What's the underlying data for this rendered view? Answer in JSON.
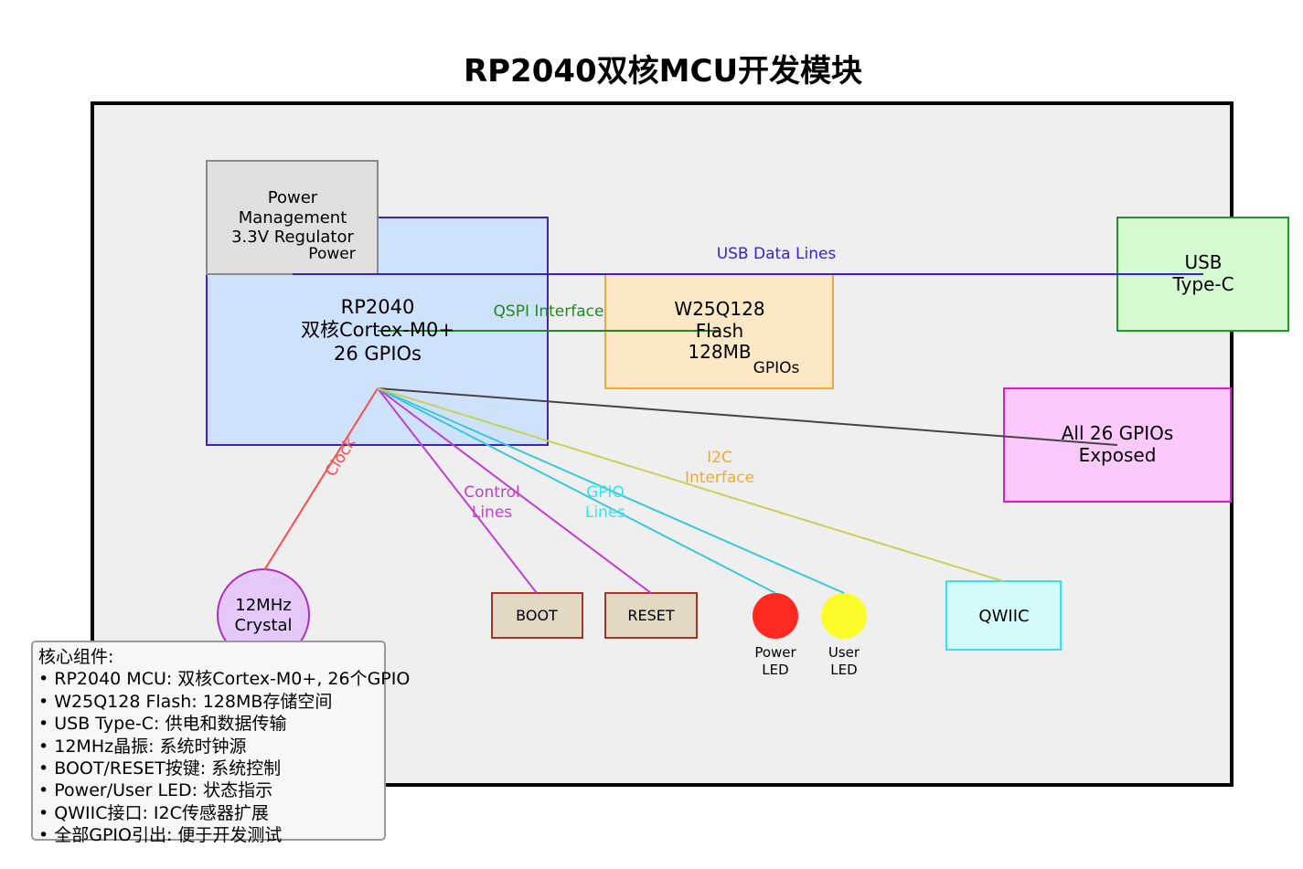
{
  "title": "RP2040双核MCU开发模块",
  "blocks": {
    "power": [
      "Power",
      "Management",
      "3.3V Regulator"
    ],
    "mcu": [
      "RP2040",
      "双核Cortex-M0+",
      "26 GPIOs"
    ],
    "flash": [
      "W25Q128",
      "Flash",
      "128MB"
    ],
    "usb": [
      "USB",
      "Type-C"
    ],
    "gpio_header": [
      "All 26 GPIOs",
      "Exposed"
    ],
    "crystal": [
      "12MHz",
      "Crystal"
    ],
    "boot": "BOOT",
    "reset": "RESET",
    "power_led": [
      "Power",
      "LED"
    ],
    "user_led": [
      "User",
      "LED"
    ],
    "qwiic": "QWIIC"
  },
  "connections": {
    "power": "Power",
    "usb_data": "USB Data Lines",
    "qspi": "QSPI Interface",
    "gpios": "GPIOs",
    "clock": "Clock",
    "control": [
      "Control",
      "Lines"
    ],
    "gpio_lines": [
      "GPIO",
      "Lines"
    ],
    "i2c": [
      "I2C",
      "Interface"
    ]
  },
  "colors": {
    "mcu": "#cfe2fb",
    "power": "#e0e0e0",
    "flash": "#fde8c6",
    "usb": "#d6fbd2",
    "gpio_header": "#fcc9fb",
    "crystal": "#e5c9fa",
    "button": "#e3d8c2",
    "power_led": "#ff2a1f",
    "user_led": "#fcfc2a",
    "qwiic": "#d3fbfb"
  },
  "legend": {
    "heading": "核心组件:",
    "items": [
      "• RP2040 MCU: 双核Cortex-M0+, 26个GPIO",
      "• W25Q128 Flash: 128MB存储空间",
      "• USB Type-C: 供电和数据传输",
      "• 12MHz晶振: 系统时钟源",
      "• BOOT/RESET按键: 系统控制",
      "• Power/User LED: 状态指示",
      "• QWIIC接口: I2C传感器扩展",
      "• 全部GPIO引出: 便于开发测试"
    ]
  }
}
